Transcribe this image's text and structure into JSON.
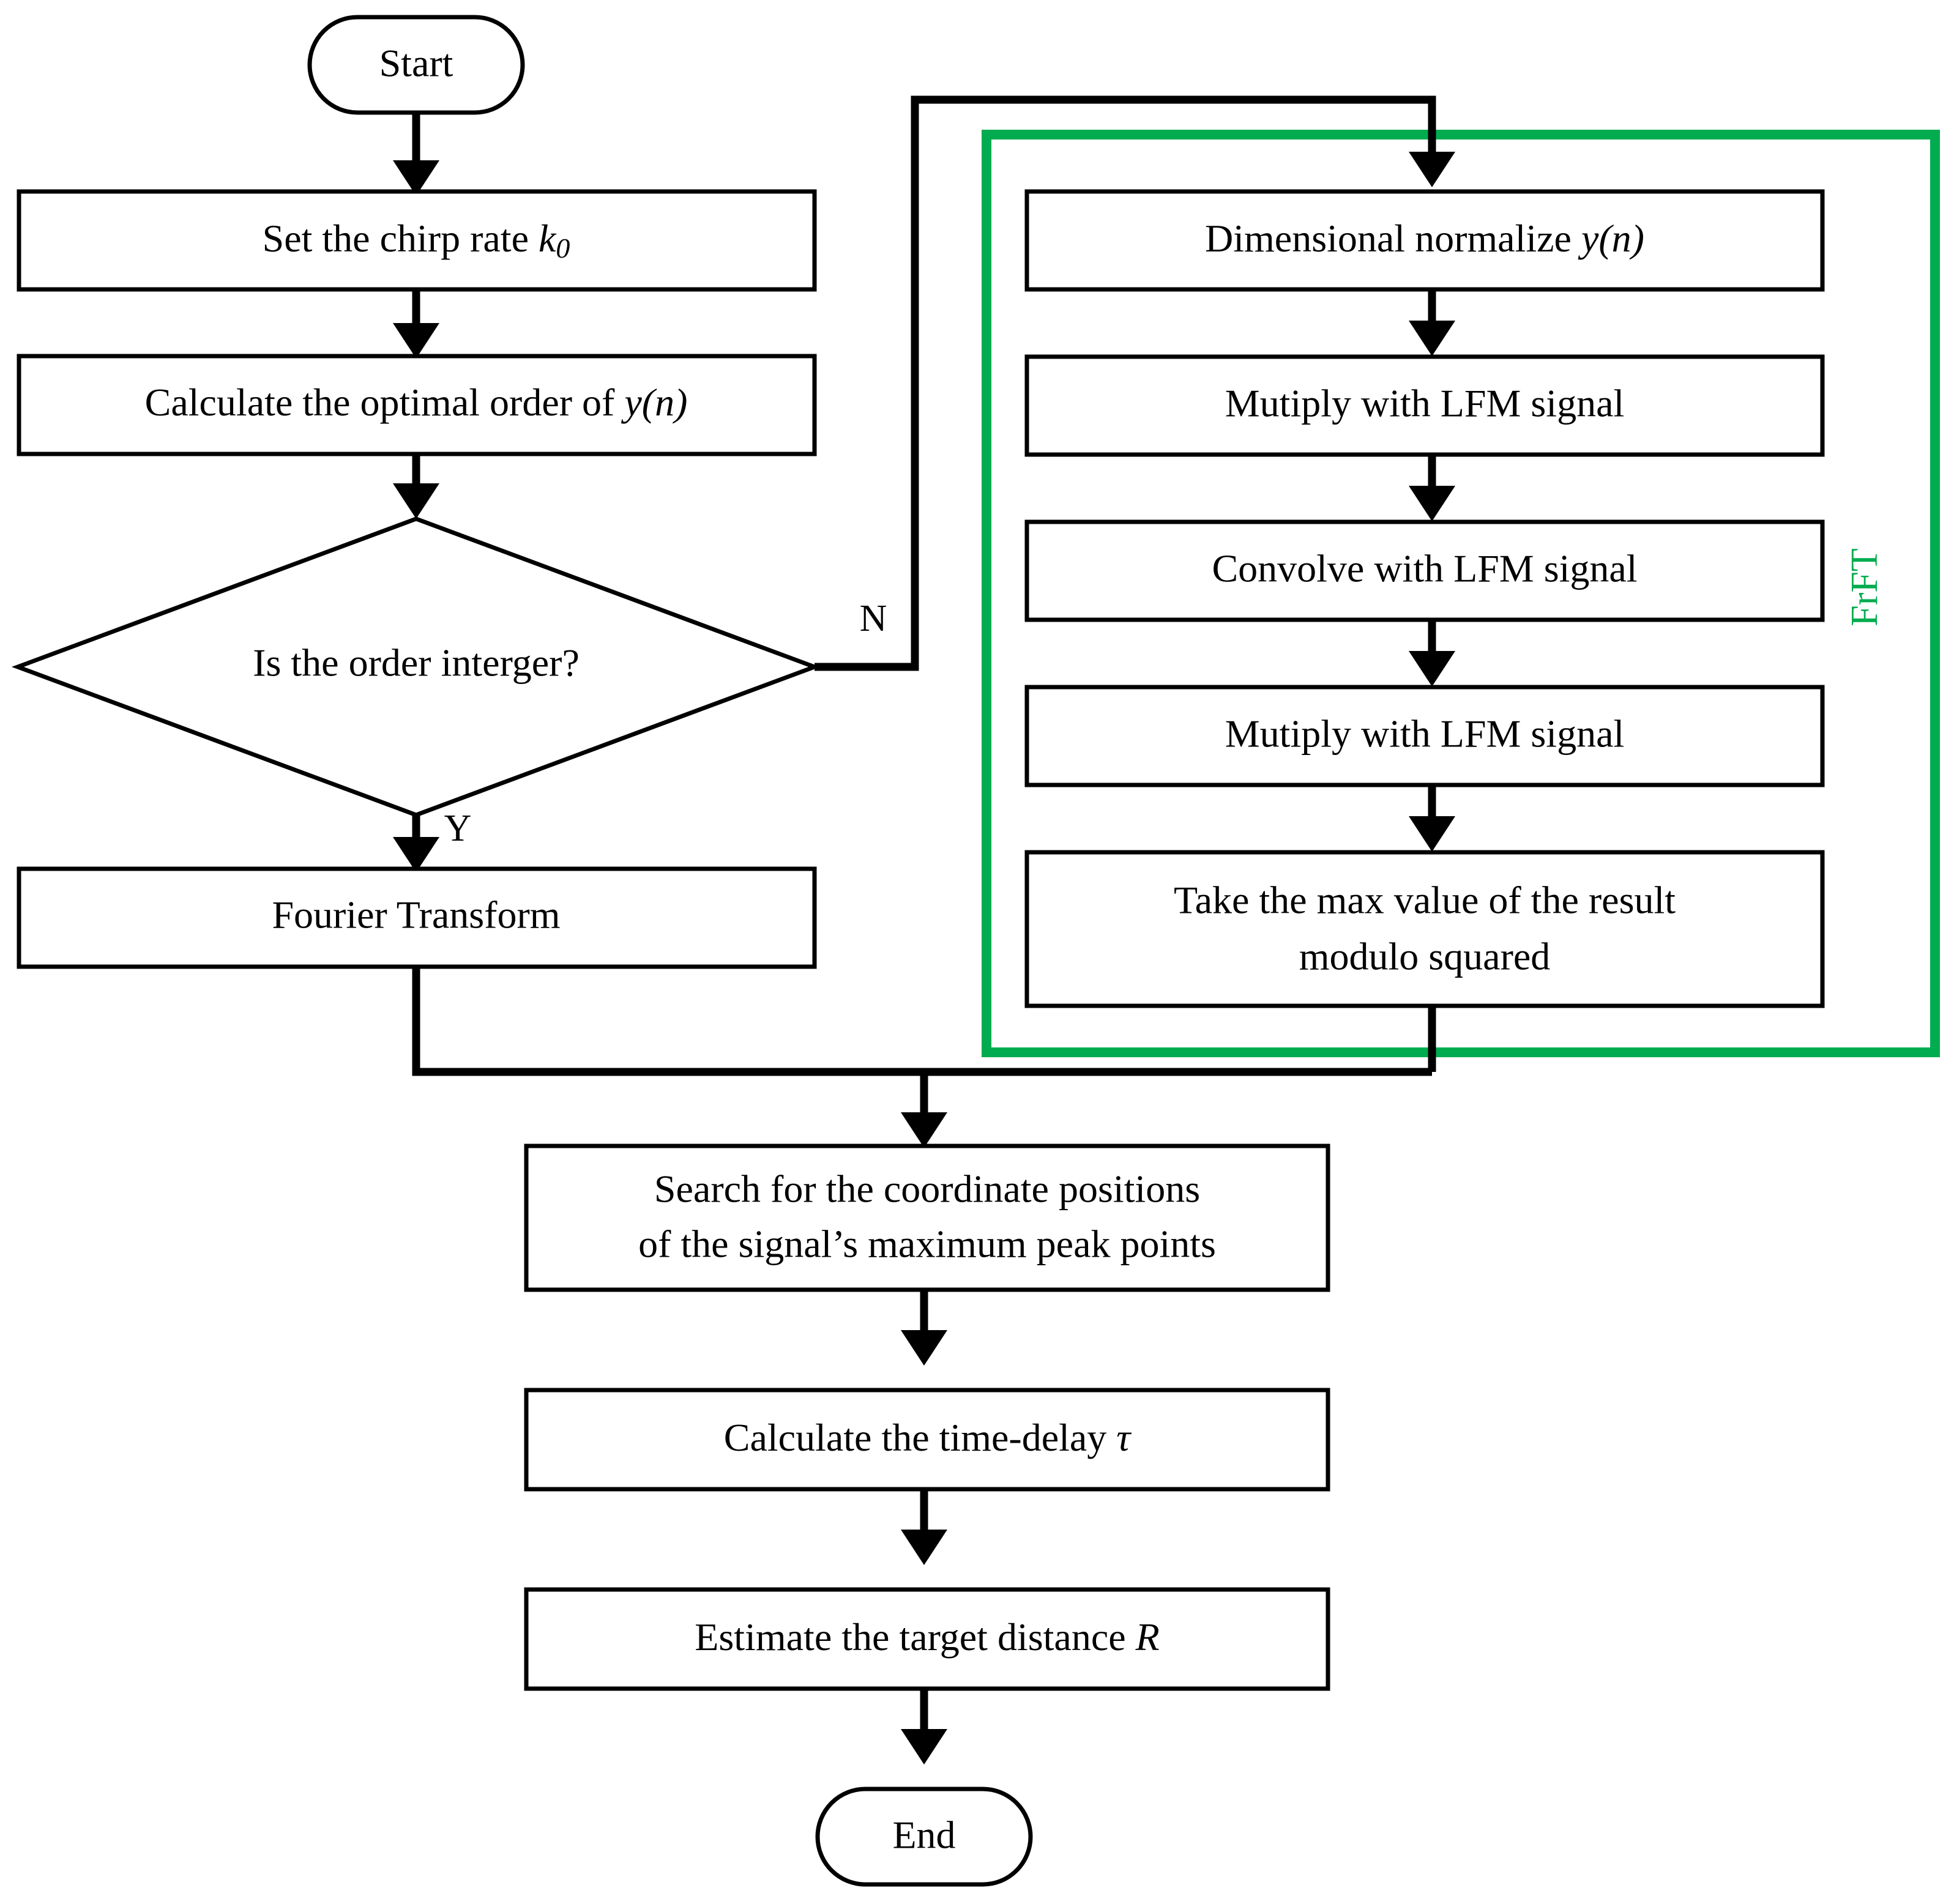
{
  "diagram": {
    "title": "FrFT-based LFM radar ranging flowchart",
    "type": "flowchart",
    "colors": {
      "stroke": "#000000",
      "background": "#ffffff",
      "group_accent": "#00AC4F"
    },
    "terminators": {
      "start": "Start",
      "end": "End"
    },
    "branch_labels": {
      "no": "N",
      "yes": "Y"
    },
    "group": {
      "label": "FrFT",
      "orientation": "vertical-rotated",
      "color": "#00AC4F"
    },
    "left_column": [
      {
        "id": "set-chirp-rate",
        "text": "Set the chirp rate ",
        "math": "k",
        "sub": "0"
      },
      {
        "id": "calc-optimal-order",
        "text": "Calculate the optimal order of ",
        "math": "y(n)"
      },
      {
        "id": "is-order-integer",
        "text": "Is the order interger?",
        "shape": "diamond"
      },
      {
        "id": "fourier-transform",
        "text": "Fourier Transform"
      }
    ],
    "frft_column": [
      {
        "id": "dimensional-normalize",
        "text": "Dimensional normalize ",
        "math": "y(n)"
      },
      {
        "id": "multiply-lfm-1",
        "text": "Mutiply with LFM signal"
      },
      {
        "id": "convolve-lfm",
        "text": "Convolve with LFM signal"
      },
      {
        "id": "multiply-lfm-2",
        "text": "Mutiply with LFM signal"
      },
      {
        "id": "take-max-modulo",
        "line1": "Take the max value of the result",
        "line2": "modulo squared"
      }
    ],
    "bottom_column": [
      {
        "id": "search-peaks",
        "line1": "Search for the coordinate positions",
        "line2": "of the signal’s maximum peak points"
      },
      {
        "id": "calc-time-delay",
        "text": "Calculate the time-delay ",
        "math": "τ"
      },
      {
        "id": "estimate-distance",
        "text": "Estimate the target distance ",
        "math": "R"
      }
    ]
  }
}
